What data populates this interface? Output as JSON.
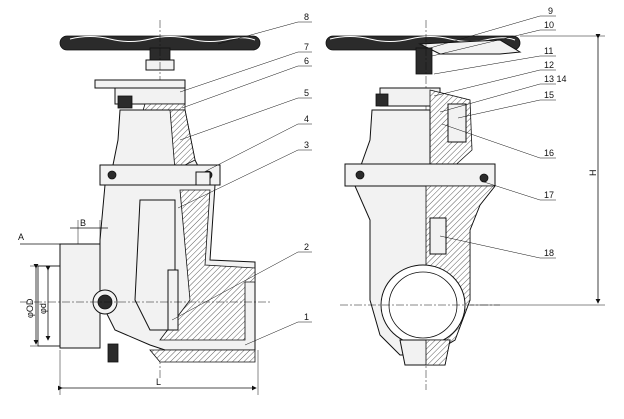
{
  "callouts_left": [
    "8",
    "7",
    "6",
    "5",
    "4",
    "3",
    "2",
    "1"
  ],
  "callouts_right": [
    "9",
    "10",
    "11",
    "12",
    "13 14",
    "15",
    "16",
    "17",
    "18"
  ],
  "dimensions": {
    "A": "A",
    "B": "B",
    "OD": "φOD",
    "d": "φd",
    "L": "L",
    "H": "H"
  }
}
